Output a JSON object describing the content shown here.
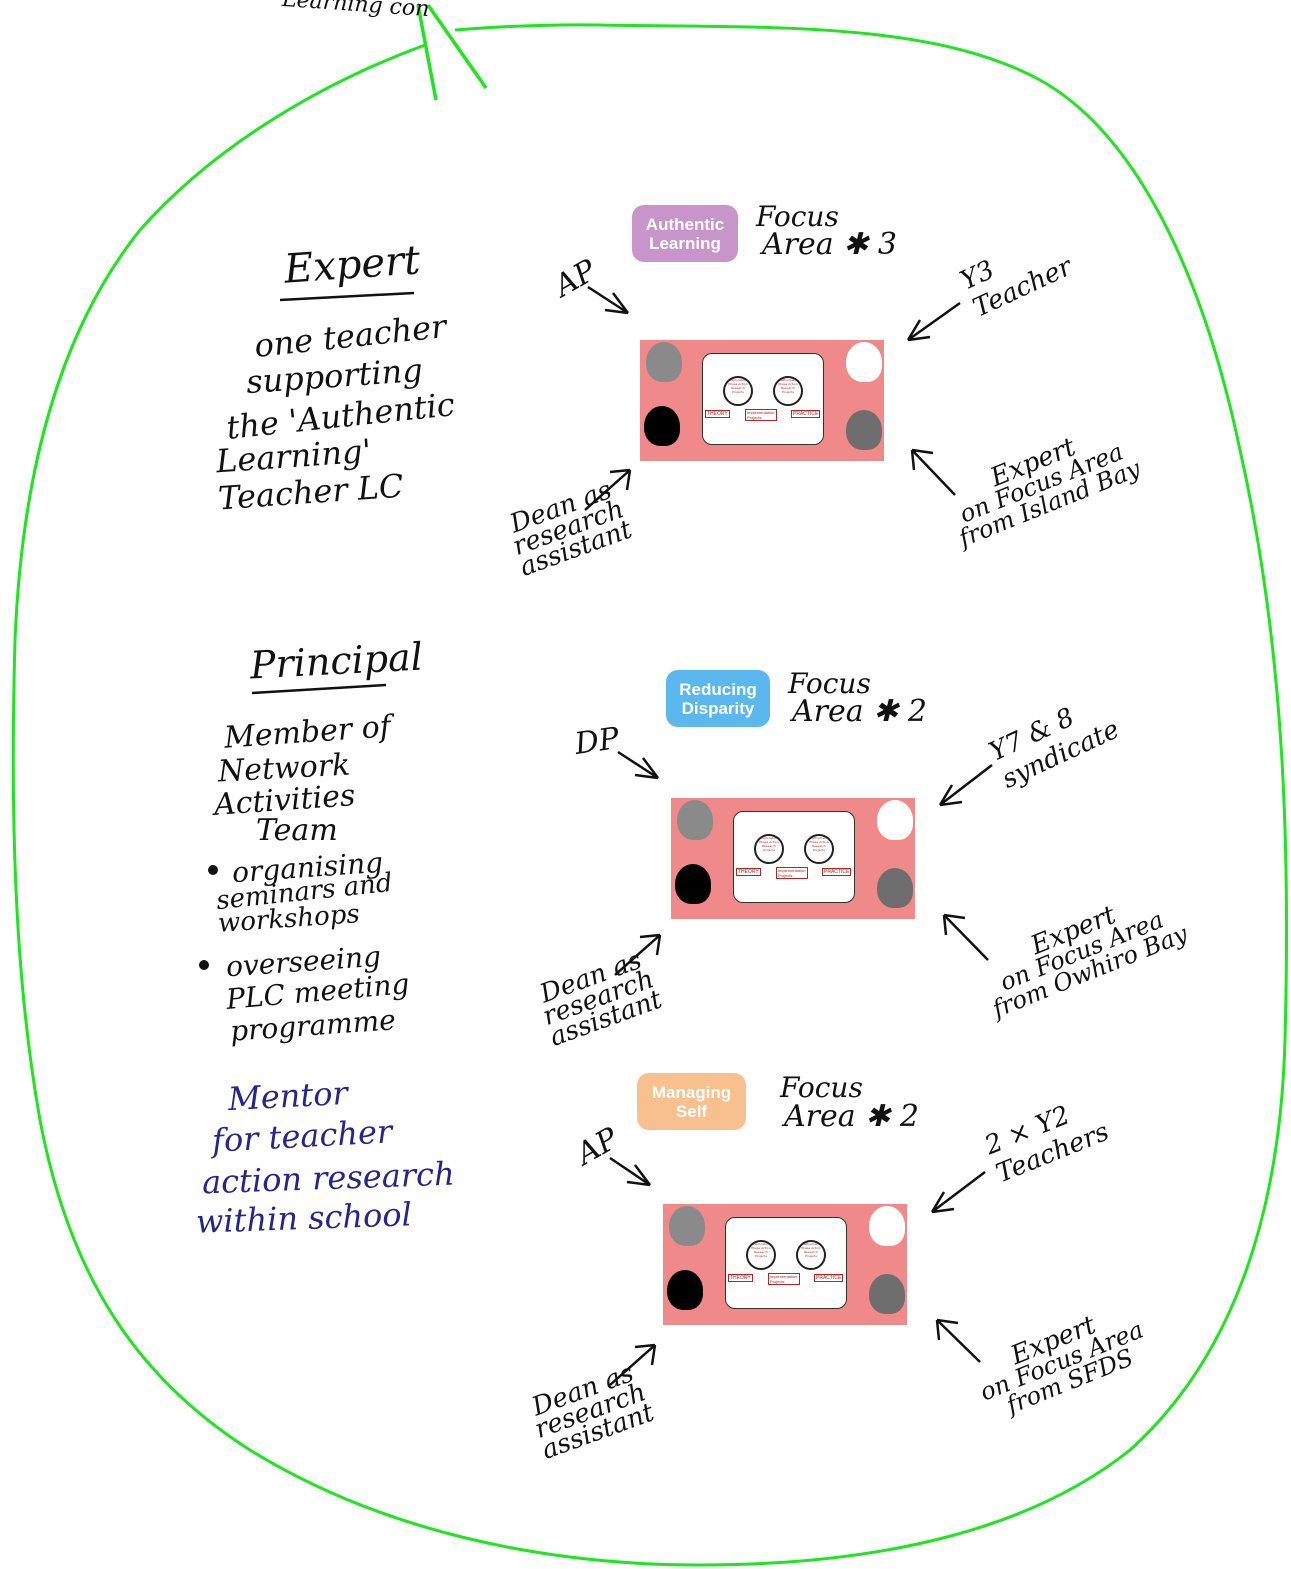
{
  "top_fragment": "Learning con",
  "expert": {
    "title": "Expert",
    "desc": [
      "one teacher",
      "supporting",
      "the 'Authentic",
      "Learning'",
      "Teacher LC"
    ]
  },
  "principal": {
    "title": "Principal",
    "desc": [
      "Member of",
      "Network",
      "Activities",
      "Team"
    ],
    "bullets": [
      [
        "organising",
        "seminars and",
        "workshops"
      ],
      [
        "overseeing",
        "PLC meeting",
        "programme"
      ]
    ],
    "mentor": [
      "Mentor",
      "for teacher",
      "action research",
      "within school"
    ]
  },
  "focus_areas": [
    {
      "pill_line1": "Authentic",
      "pill_line2": "Learning",
      "pill_color": "#c795c9",
      "focus_line1": "Focus",
      "focus_line2": "Area ✱ 3",
      "top_left": "AP",
      "top_right": [
        "Y3",
        "Teacher"
      ],
      "bottom_left": [
        "Dean as",
        "research",
        "assistant"
      ],
      "bottom_right": [
        "Expert",
        "on Focus Area",
        "from Island Bay"
      ]
    },
    {
      "pill_line1": "Reducing",
      "pill_line2": "Disparity",
      "pill_color": "#5ab8ef",
      "focus_line1": "Focus",
      "focus_line2": "Area ✱ 2",
      "top_left": "DP",
      "top_right": [
        "Y7 & 8",
        "syndicate"
      ],
      "bottom_left": [
        "Dean as",
        "research",
        "assistant"
      ],
      "bottom_right": [
        "Expert",
        "on Focus Area",
        "from Owhiro Bay"
      ]
    },
    {
      "pill_line1": "Managing",
      "pill_line2": "Self",
      "pill_color": "#f8c08e",
      "focus_line1": "Focus",
      "focus_line2": "Area ✱ 2",
      "top_left": "AP",
      "top_right": [
        "2 × Y2",
        "Teachers"
      ],
      "bottom_left": [
        "Dean as",
        "research",
        "assistant"
      ],
      "bottom_right": [
        "Expert",
        "on Focus Area",
        "from SFDS"
      ]
    }
  ],
  "cycle_image": {
    "left_ring": "Exploration Phase Action Research Projects",
    "right_ring": "Refinement Phase Action Research Projects",
    "left_label": "THEORY",
    "center_label": "Implementation Projects",
    "right_label": "PRACTICE"
  },
  "colors": {
    "outline": "#1ee61e",
    "ink": "#111111",
    "mentor_ink": "#26268a",
    "image_bg": "#f08a8a"
  }
}
